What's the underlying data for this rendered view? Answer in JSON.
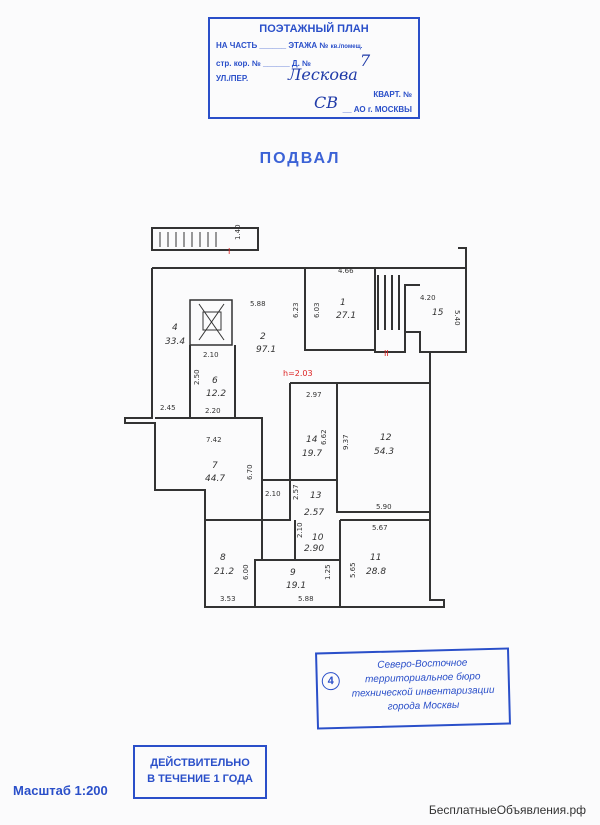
{
  "header_stamp": {
    "title": "ПОЭТАЖНЫЙ ПЛАН",
    "row1": "НА ЧАСТЬ ______ ЭТАЖА №",
    "row1_suffix": "кв./помещ.",
    "row2": "стр. кор. № ______ Д. №",
    "house_no": "7",
    "row3": "УЛ./ПЕР.",
    "street": "Лескова",
    "row4": "КВАРТ. №",
    "row5": "__ АО г. МОСКВЫ",
    "district": "СВ"
  },
  "page_heading": "ПОДВАЛ",
  "rooms": [
    {
      "num": "1",
      "area": "27.1"
    },
    {
      "num": "2",
      "area": "97.1"
    },
    {
      "num": "4",
      "area": "33.4"
    },
    {
      "num": "6",
      "area": "12.2"
    },
    {
      "num": "7",
      "area": "44.7"
    },
    {
      "num": "8",
      "area": "21.2"
    },
    {
      "num": "9",
      "area": "19.1"
    },
    {
      "num": "10",
      "area": "2.90"
    },
    {
      "num": "11",
      "area": "28.8"
    },
    {
      "num": "12",
      "area": "54.3"
    },
    {
      "num": "13",
      "area": "2.57"
    },
    {
      "num": "14",
      "area": "19.7"
    },
    {
      "num": "15",
      "area": ""
    }
  ],
  "dimensions": [
    "4.66",
    "5.88",
    "6.23",
    "6.03",
    "4.20",
    "5.40",
    "2.10",
    "2.50",
    "2.20",
    "2.45",
    "7.42",
    "6.70",
    "2.97",
    "9.37",
    "6.62",
    "5.90",
    "5.67",
    "5.65",
    "1.25",
    "2.10",
    "2.10",
    "6.00",
    "3.53",
    "5.88",
    "2.57",
    "1.40"
  ],
  "markers": {
    "height_label": "h=2.03",
    "mark_I": "I",
    "mark_II": "II"
  },
  "bureau_stamp": {
    "number": "4",
    "text": "Северо-Восточное территориальное бюро технической инвентаризации города Москвы"
  },
  "validity_stamp": {
    "line1": "ДЕЙСТВИТЕЛЬНО",
    "line2": "В ТЕЧЕНИЕ 1 ГОДА"
  },
  "scale_label": "Масштаб 1:200",
  "watermark": "БесплатныеОбъявления.рф"
}
